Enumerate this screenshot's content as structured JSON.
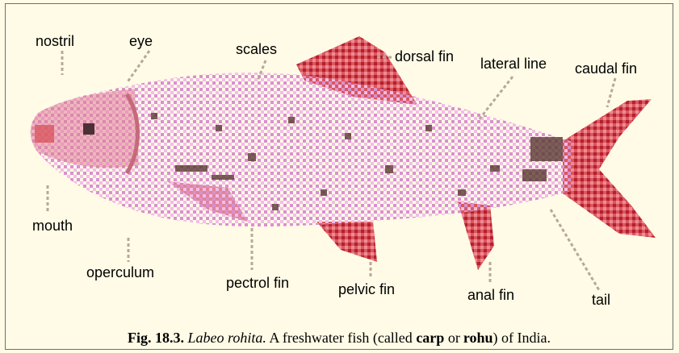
{
  "labels": {
    "nostril": "nostril",
    "eye": "eye",
    "scales": "scales",
    "dorsal_fin": "dorsal fin",
    "lateral_line": "lateral line",
    "caudal_fin": "caudal fin",
    "mouth": "mouth",
    "operculum": "operculum",
    "pectrol_fin": "pectrol fin",
    "pelvic_fin": "pelvic fin",
    "anal_fin": "anal fin",
    "tail": "tail"
  },
  "caption": {
    "fig_no": "Fig. 18.3.",
    "species": "Labeo rohita.",
    "text_1": "A freshwater fish (called",
    "term_1": "carp",
    "text_2": "or",
    "term_2": "rohu",
    "text_3": ") of India."
  },
  "colors": {
    "background": "#fffbe6",
    "body": "#e8a6dc",
    "fin_red": "#c8323c",
    "speckle_dark": "#5a3a32",
    "leader": "#b8a898"
  }
}
